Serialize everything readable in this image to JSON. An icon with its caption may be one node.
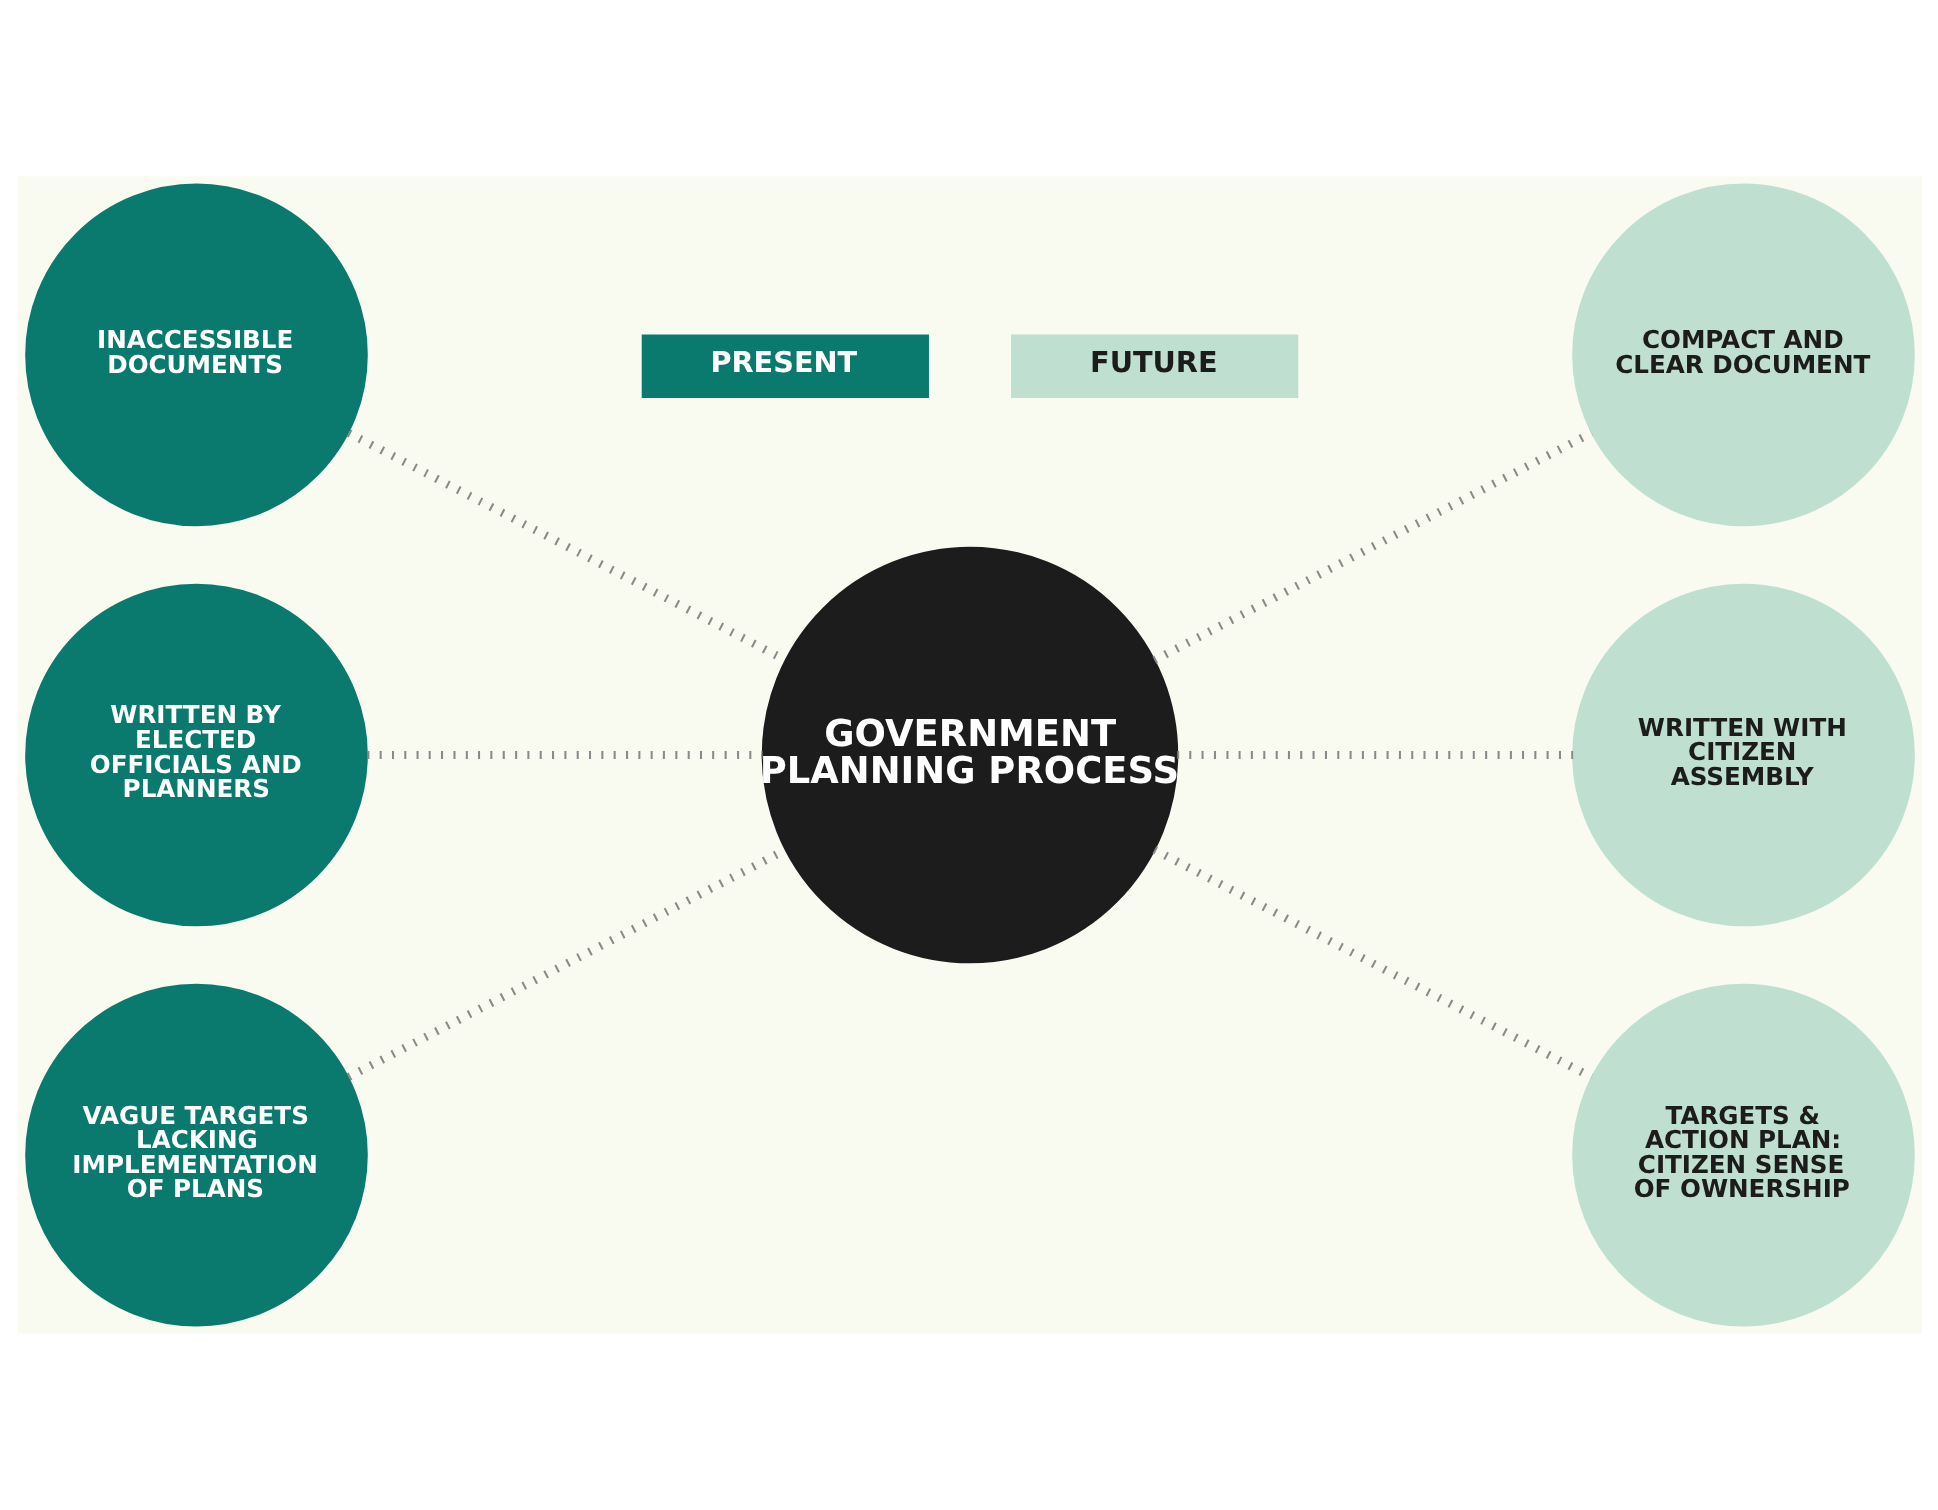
{
  "diagram": {
    "nodes": [
      {
        "text": [
          "INACCESSIBLE DOCUMENTS"
        ]
      },
      {
        "text": [
          "COMPACT AND CLEAR DOCUMENT"
        ]
      },
      {
        "text": [
          "WRITTEN BY ELECTED OFFICIALS AND PLANNERS"
        ]
      },
      {
        "text": [
          "GOVERNMENT PLANNING PROCESS"
        ]
      },
      {
        "text": [
          "WRITTEN WITH CITIZEN ASSEMBLY"
        ]
      },
      {
        "text": [
          "VAGUE TARGETS LACKING IMPLEMENTATION OF PLANS"
        ]
      },
      {
        "text": [
          "TARGETS & ACTION PLAN: CITIZEN SENSE OF OWNERSHIP"
        ]
      }
    ],
    "edges": [
      {
        "from": 0,
        "to": 3,
        "arrow": "none"
      },
      {
        "from": 3,
        "to": 1,
        "arrow": "none"
      },
      {
        "from": 2,
        "to": 3,
        "arrow": "none"
      },
      {
        "from": 3,
        "to": 4,
        "arrow": "none"
      },
      {
        "from": 5,
        "to": 3,
        "arrow": "none"
      },
      {
        "from": 3,
        "to": 6,
        "arrow": "none"
      }
    ],
    "legend": [
      {
        "text": "PRESENT",
        "color": "#0a7a6e"
      },
      {
        "text": "FUTURE",
        "color": "#bfe0d0"
      }
    ]
  }
}
